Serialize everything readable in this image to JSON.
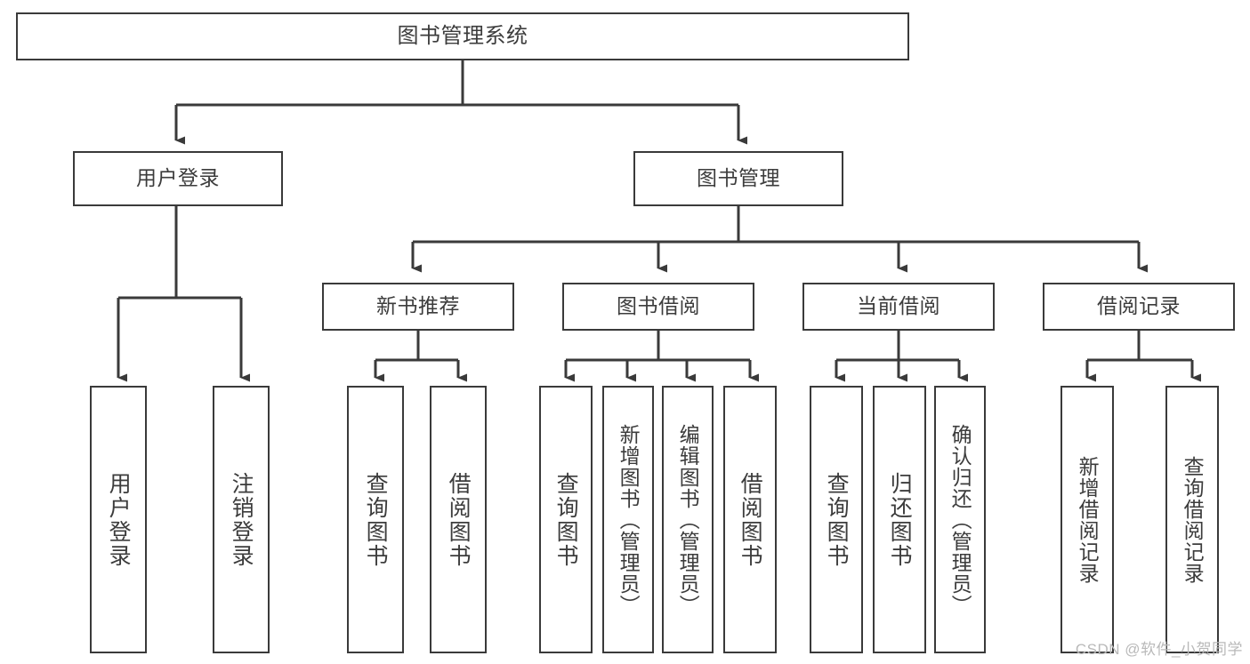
{
  "diagram": {
    "title": "图书管理系统",
    "type": "tree-structure-chart",
    "stroke_color": "#3a3a3a",
    "text_color": "#3c3c3c",
    "background_color": "#ffffff",
    "watermark": "CSDN @软件_小贺同学"
  },
  "nodes": {
    "root": {
      "label": "图书管理系统",
      "level": 1
    },
    "level2": [
      {
        "id": "user-login",
        "label": "用户登录"
      },
      {
        "id": "book-management",
        "label": "图书管理"
      }
    ],
    "level3": [
      {
        "id": "new-book-recommend",
        "label": "新书推荐"
      },
      {
        "id": "book-borrow",
        "label": "图书借阅"
      },
      {
        "id": "current-borrow",
        "label": "当前借阅"
      },
      {
        "id": "borrow-record",
        "label": "借阅记录"
      }
    ],
    "leaves": {
      "user_login": [
        {
          "id": "leaf-user-login",
          "label": "用户登录"
        },
        {
          "id": "leaf-logout-login",
          "label": "注销登录"
        }
      ],
      "new_book_recommend": [
        {
          "id": "leaf-query-book-1",
          "label": "查询图书"
        },
        {
          "id": "leaf-borrow-book-1",
          "label": "借阅图书"
        }
      ],
      "book_borrow": [
        {
          "id": "leaf-query-book-2",
          "label": "查询图书"
        },
        {
          "id": "leaf-add-book",
          "label": "新增图书（管理员）"
        },
        {
          "id": "leaf-edit-book",
          "label": "编辑图书（管理员）"
        },
        {
          "id": "leaf-borrow-book-2",
          "label": "借阅图书"
        }
      ],
      "current_borrow": [
        {
          "id": "leaf-query-book-3",
          "label": "查询图书"
        },
        {
          "id": "leaf-return-book",
          "label": "归还图书"
        },
        {
          "id": "leaf-confirm-return",
          "label": "确认归还（管理员）"
        }
      ],
      "borrow_record": [
        {
          "id": "leaf-add-record",
          "label": "新增借阅记录"
        },
        {
          "id": "leaf-query-record",
          "label": "查询借阅记录"
        }
      ]
    }
  }
}
